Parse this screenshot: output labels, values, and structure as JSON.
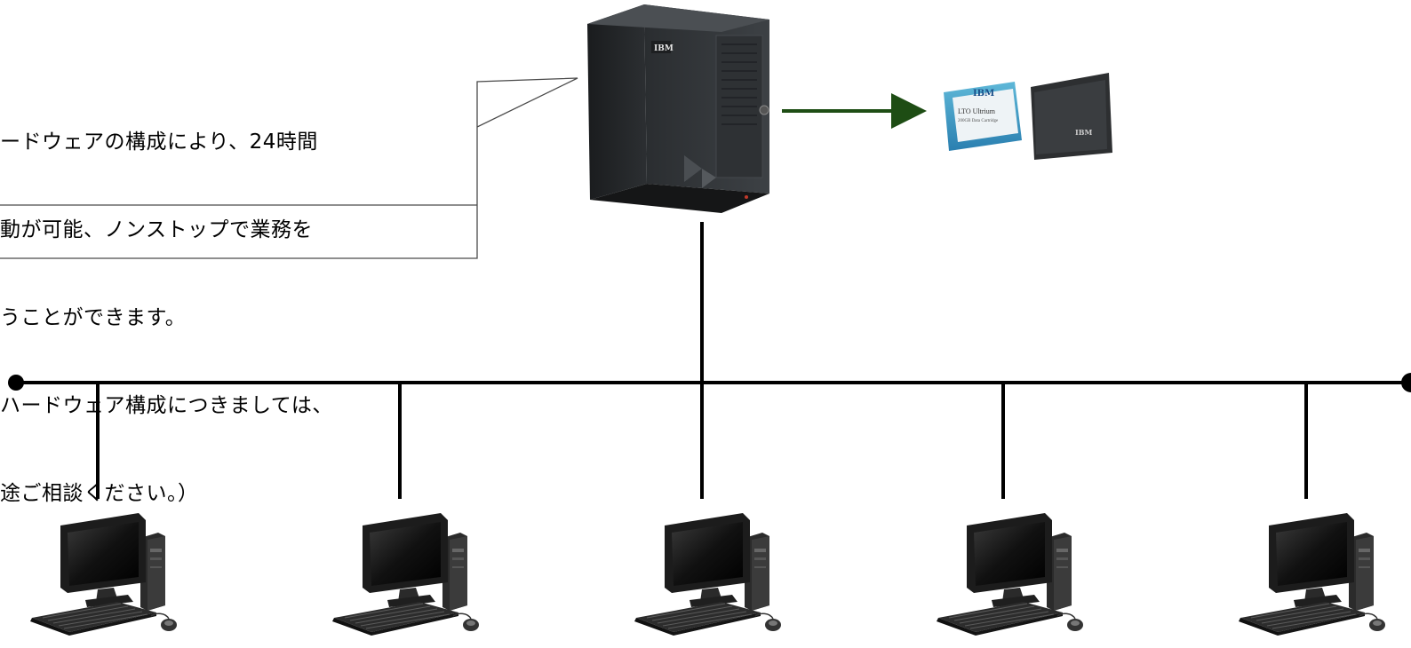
{
  "callout": {
    "lines": [
      "ードウェアの構成により、24時間",
      "動が可能、ノンストップで業務を",
      "うことができます。",
      "ハードウェア構成につきましては、",
      "途ご相談ください。）"
    ]
  },
  "server": {
    "brand": "IBM"
  },
  "tape": {
    "brand": "IBM",
    "label": "LTO Ultrium",
    "sublabel": "200GB Data Cartridge"
  },
  "colors": {
    "network_line": "#000000",
    "arrow": "#1e4d14",
    "callout_border": "#4a4a4a"
  },
  "icons": [
    "server-tower-icon",
    "tape-cartridge-icon",
    "desktop-pc-icon"
  ]
}
